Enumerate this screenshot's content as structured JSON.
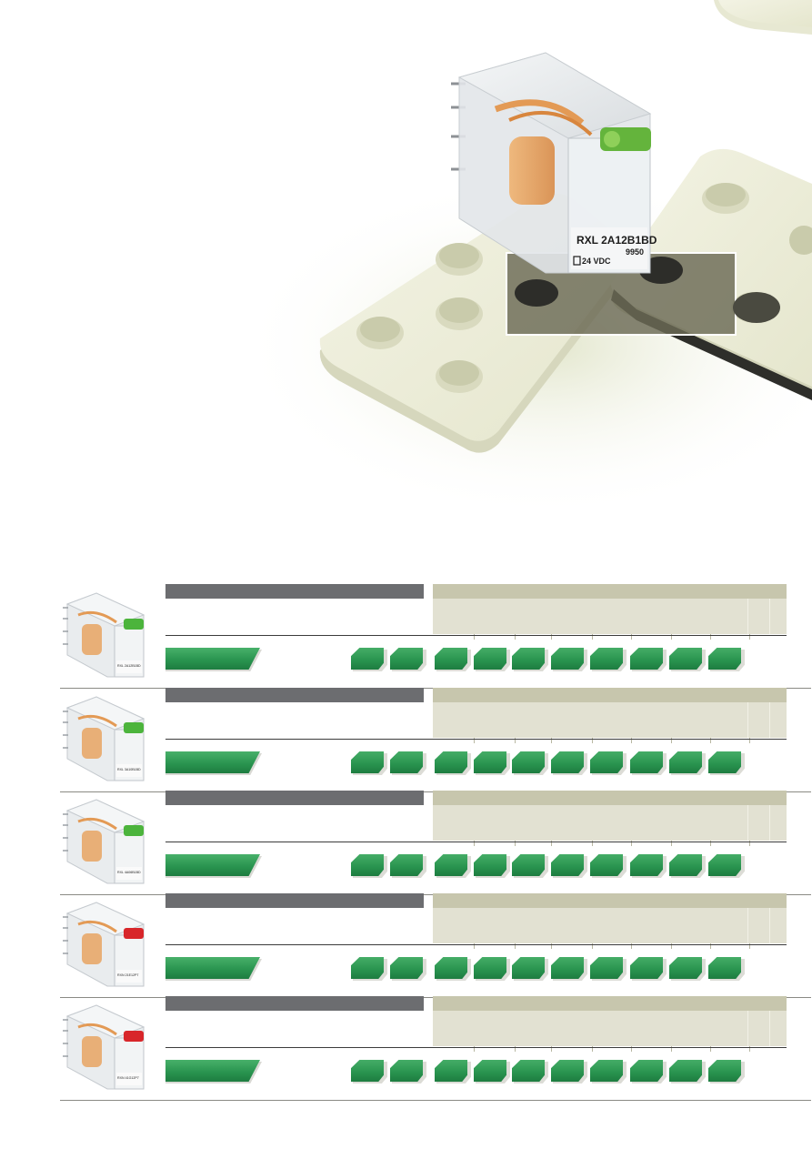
{
  "hero": {
    "relay_model_label": "RXL 2A12B1BD",
    "relay_voltage_label": "24 VDC",
    "relay_code_label": "9950",
    "colors": {
      "domino": "#ebecd8",
      "relay_tab": "#64b43c",
      "overlay": "#6b6a55"
    }
  },
  "products": [
    {
      "thumb_label": "RXL 2A12B1BD",
      "tab_color": "#4cb43c"
    },
    {
      "thumb_label": "RXL 3A10B1BD",
      "tab_color": "#4cb43c"
    },
    {
      "thumb_label": "RXL 4A06B1BD",
      "tab_color": "#4cb43c"
    },
    {
      "thumb_label": "RXN 21E12P7",
      "tab_color": "#d8262a"
    },
    {
      "thumb_label": "RXN 41G12P7",
      "tab_color": "#d8262a"
    }
  ],
  "colors": {
    "name_bar": "#6c6d70",
    "spec_header": "#c7c6ad",
    "spec_body": "#e2e1d2",
    "chip_green": "#2a9550"
  }
}
